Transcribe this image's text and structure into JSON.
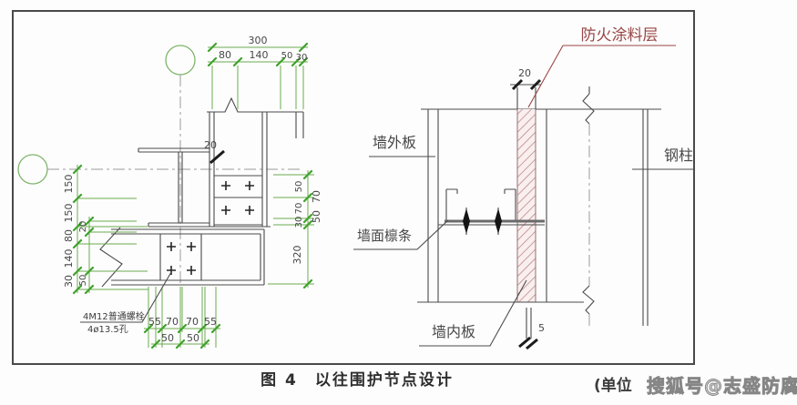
{
  "colors": {
    "line": "#4a4a4a",
    "dimension_green": "#6aac4e",
    "tick_green": "#3fa22b",
    "coating_red": "#9a4545",
    "watermark_gray": "#8a8a8a"
  },
  "left": {
    "top": {
      "total": "300",
      "segs": [
        "80",
        "140",
        "50",
        "30"
      ]
    },
    "side": {
      "outer": [
        "150",
        "150",
        "80",
        "140",
        "30"
      ],
      "inner": [
        "20",
        "50"
      ]
    },
    "right": {
      "inner": [
        "50",
        "70",
        "30"
      ],
      "outer": [
        "70",
        "50"
      ],
      "tall": "320"
    },
    "bottom": {
      "row1": [
        "55",
        "70",
        "70",
        "55"
      ],
      "row2": [
        "50",
        "50"
      ]
    },
    "gap": "20",
    "note1": "4M12普通螺栓",
    "note2": "4ø13.5孔"
  },
  "right": {
    "coating": "防火涂料层",
    "outer_panel": "墙外板",
    "column": "钢柱",
    "purlin": "墙面檩条",
    "inner_panel": "墙内板",
    "dim_top": "20",
    "dim_bottom": "5"
  },
  "caption": {
    "text": "图 4　以往围护节点设计"
  },
  "footer": {
    "unit": "(单位",
    "watermark": "搜狐号@志盛防腐"
  }
}
